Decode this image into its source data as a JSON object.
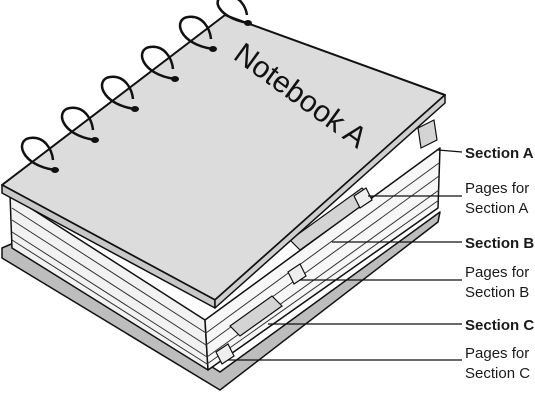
{
  "notebook": {
    "cover_title": "Notebook A"
  },
  "callouts": [
    {
      "id": "section-a",
      "lines": [
        "Section A"
      ],
      "bold": true
    },
    {
      "id": "pages-a",
      "lines": [
        "Pages for",
        "Section A"
      ],
      "bold": false
    },
    {
      "id": "section-b",
      "lines": [
        "Section B"
      ],
      "bold": true
    },
    {
      "id": "pages-b",
      "lines": [
        "Pages for",
        "Section B"
      ],
      "bold": false
    },
    {
      "id": "section-c",
      "lines": [
        "Section C"
      ],
      "bold": true
    },
    {
      "id": "pages-c",
      "lines": [
        "Pages for",
        "Section C"
      ],
      "bold": false
    }
  ],
  "colors": {
    "cover": "#dcdcdc",
    "pages": "#f4f4f4",
    "tab": "#d4d4d4",
    "outline": "#111111"
  }
}
